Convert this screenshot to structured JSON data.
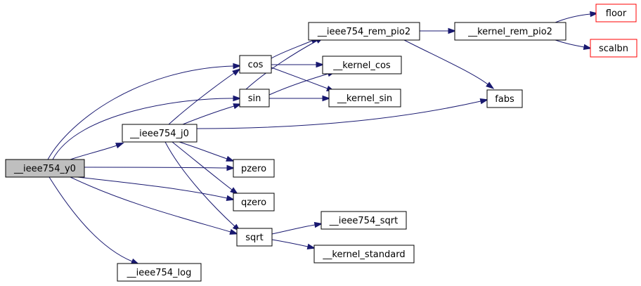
{
  "graph": {
    "nodes": [
      {
        "id": "y0",
        "label": "__ieee754_y0",
        "style": "root"
      },
      {
        "id": "j0",
        "label": "__ieee754_j0",
        "style": "normal"
      },
      {
        "id": "cos",
        "label": "cos",
        "style": "normal"
      },
      {
        "id": "sin",
        "label": "sin",
        "style": "normal"
      },
      {
        "id": "rem_pio2",
        "label": "__ieee754_rem_pio2",
        "style": "normal"
      },
      {
        "id": "kcos",
        "label": "__kernel_cos",
        "style": "normal"
      },
      {
        "id": "ksin",
        "label": "__kernel_sin",
        "style": "normal"
      },
      {
        "id": "krem",
        "label": "__kernel_rem_pio2",
        "style": "normal"
      },
      {
        "id": "floor",
        "label": "floor",
        "style": "external"
      },
      {
        "id": "scalbn",
        "label": "scalbn",
        "style": "external"
      },
      {
        "id": "fabs",
        "label": "fabs",
        "style": "normal"
      },
      {
        "id": "pzero",
        "label": "pzero",
        "style": "normal"
      },
      {
        "id": "qzero",
        "label": "qzero",
        "style": "normal"
      },
      {
        "id": "sqrt",
        "label": "sqrt",
        "style": "normal"
      },
      {
        "id": "isqrt",
        "label": "__ieee754_sqrt",
        "style": "normal"
      },
      {
        "id": "kstd",
        "label": "__kernel_standard",
        "style": "normal"
      },
      {
        "id": "log",
        "label": "__ieee754_log",
        "style": "normal"
      }
    ],
    "edges": [
      {
        "from": "y0",
        "to": "cos"
      },
      {
        "from": "y0",
        "to": "sin"
      },
      {
        "from": "y0",
        "to": "j0"
      },
      {
        "from": "y0",
        "to": "pzero"
      },
      {
        "from": "y0",
        "to": "qzero"
      },
      {
        "from": "y0",
        "to": "sqrt"
      },
      {
        "from": "y0",
        "to": "log"
      },
      {
        "from": "j0",
        "to": "cos"
      },
      {
        "from": "j0",
        "to": "sin"
      },
      {
        "from": "j0",
        "to": "fabs"
      },
      {
        "from": "j0",
        "to": "pzero"
      },
      {
        "from": "j0",
        "to": "qzero"
      },
      {
        "from": "j0",
        "to": "sqrt"
      },
      {
        "from": "cos",
        "to": "rem_pio2"
      },
      {
        "from": "cos",
        "to": "kcos"
      },
      {
        "from": "cos",
        "to": "ksin"
      },
      {
        "from": "sin",
        "to": "rem_pio2"
      },
      {
        "from": "sin",
        "to": "kcos"
      },
      {
        "from": "sin",
        "to": "ksin"
      },
      {
        "from": "rem_pio2",
        "to": "krem"
      },
      {
        "from": "rem_pio2",
        "to": "fabs"
      },
      {
        "from": "krem",
        "to": "floor"
      },
      {
        "from": "krem",
        "to": "scalbn"
      },
      {
        "from": "sqrt",
        "to": "isqrt"
      },
      {
        "from": "sqrt",
        "to": "kstd"
      }
    ],
    "colors": {
      "edge": "#191970",
      "root_fill": "#bfbfbf",
      "node_border": "#000000",
      "external_border": "#ff0000"
    }
  }
}
